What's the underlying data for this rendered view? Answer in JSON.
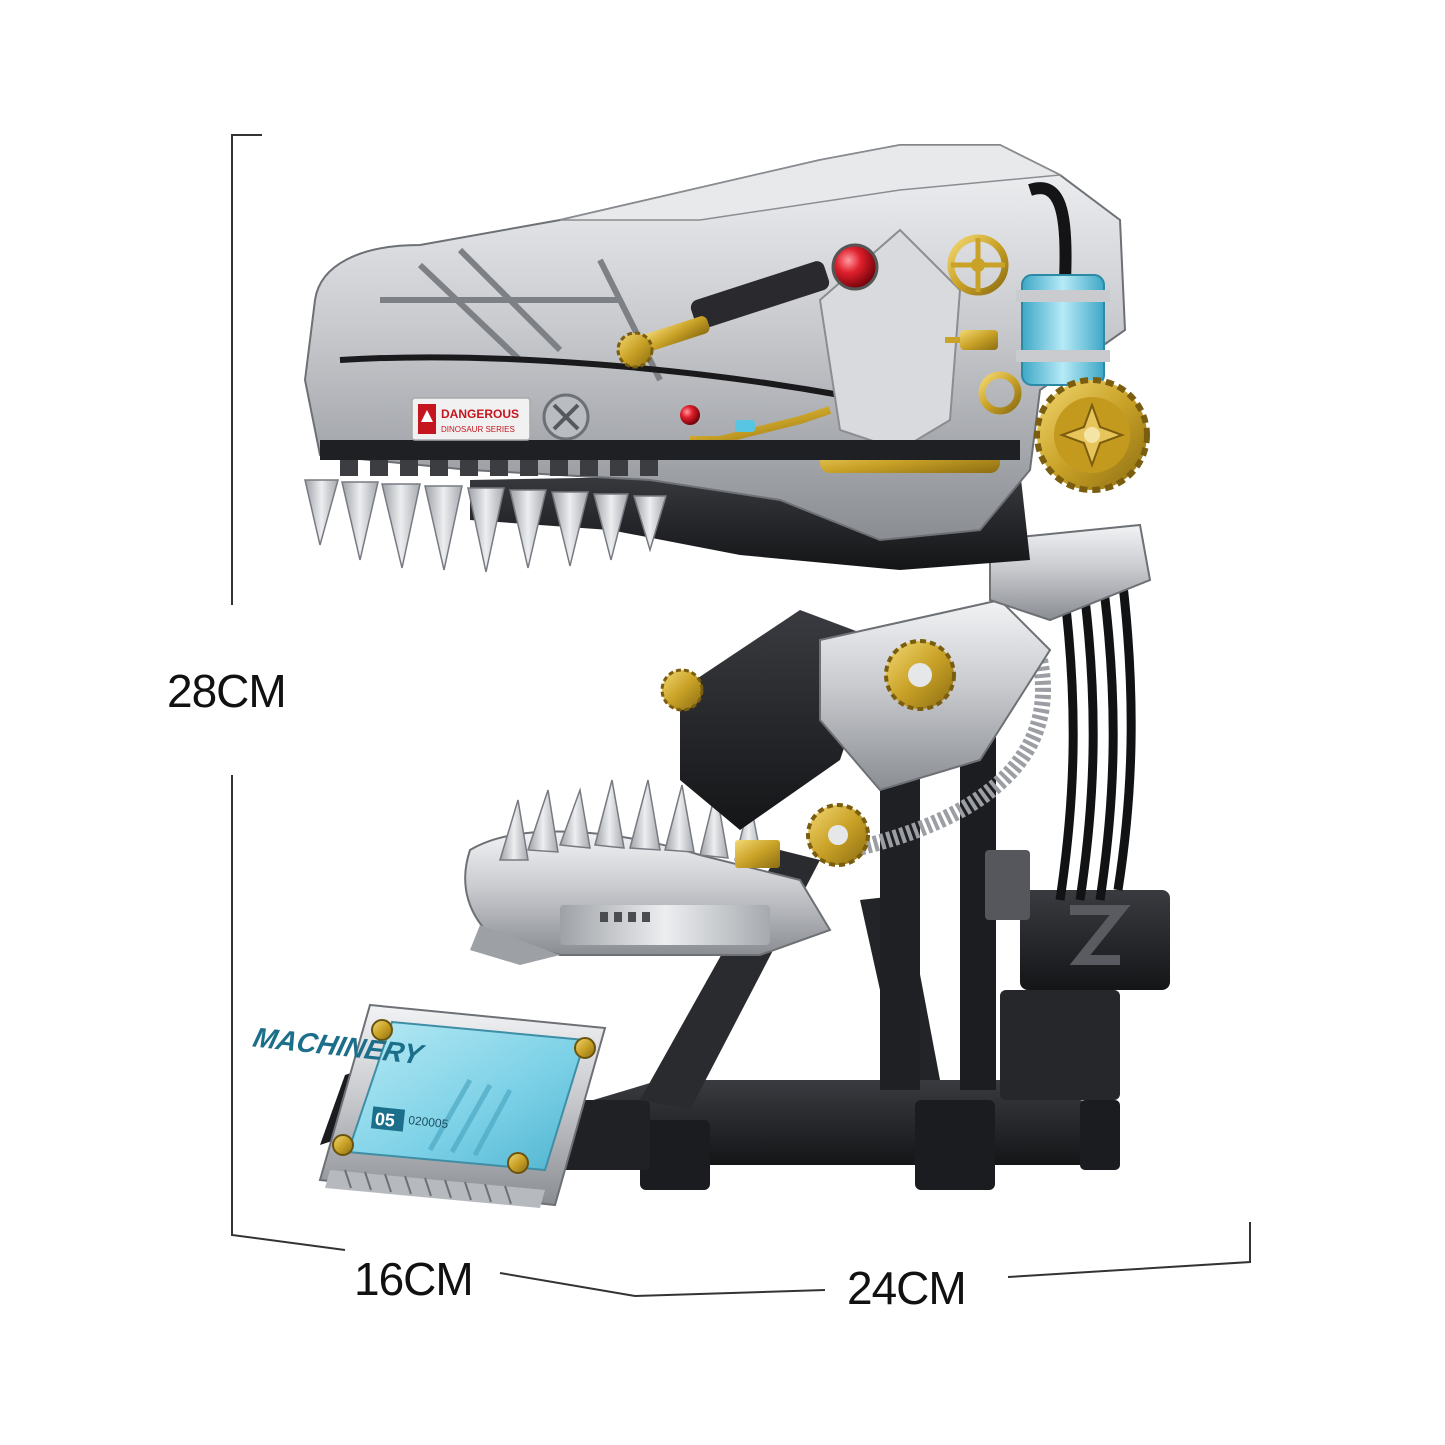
{
  "dimensions": {
    "height": "28CM",
    "depth": "16CM",
    "width": "24CM"
  },
  "model": {
    "side_plate": {
      "line1": "DANGEROUS",
      "line2": "DINOSAUR SERIES"
    },
    "display_card": {
      "title": "MACHINERY",
      "code_prefix": "05",
      "code": "020005"
    }
  },
  "colors": {
    "chrome": "#c9cbcf",
    "chrome_dark": "#8a8d92",
    "black": "#1b1c1f",
    "gold": "#c9a227",
    "eye_red": "#c2101c",
    "card_blue": "#7ad0e6",
    "tube_blue": "#6ec6e0",
    "line": "#333333"
  }
}
